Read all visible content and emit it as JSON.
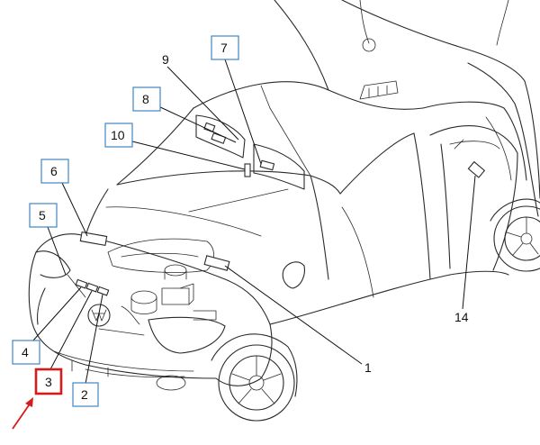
{
  "callouts": {
    "c1": "1",
    "c2": "2",
    "c3": "3",
    "c4": "4",
    "c5": "5",
    "c6": "6",
    "c7": "7",
    "c8": "8",
    "c9": "9",
    "c10": "10",
    "c14": "14"
  },
  "highlight": {
    "callout": "3",
    "color": "#d41c1c"
  },
  "colors": {
    "box_border": "#3f86c4",
    "line": "#2a2a2a"
  }
}
